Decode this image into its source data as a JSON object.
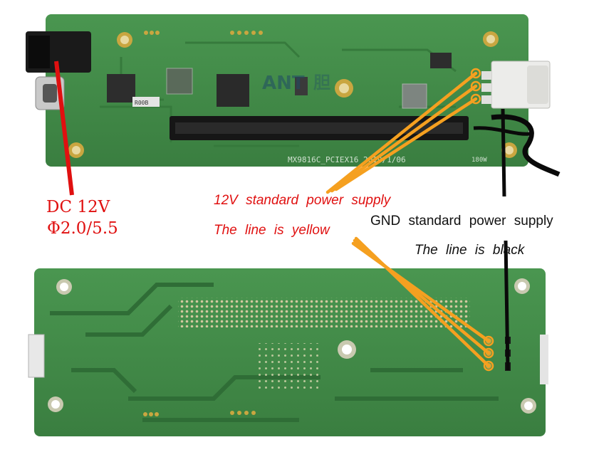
{
  "board_top": {
    "silk_text": "MX9816C_PCIEX16 2019/1/06",
    "silk_right": "180W",
    "logo_fragment": "ANT",
    "logo_cn": "胆",
    "chip_label": "R00B"
  },
  "annotations": {
    "dc_line1": "DC 12V",
    "dc_line2": "Φ2.0/5.5",
    "v12_line1": "12V standard power supply",
    "v12_line2": "The line is yellow",
    "gnd_line1": "GND standard power supply",
    "gnd_line2": "The line is black"
  },
  "colors": {
    "pcb": "#3f8a45",
    "pcb_dark": "#2f6d36",
    "slot": "#161616",
    "annotation_red": "#e01010",
    "wire_orange": "#f5a020",
    "wire_black": "#0a0a0a",
    "connector_white": "#ececea"
  }
}
